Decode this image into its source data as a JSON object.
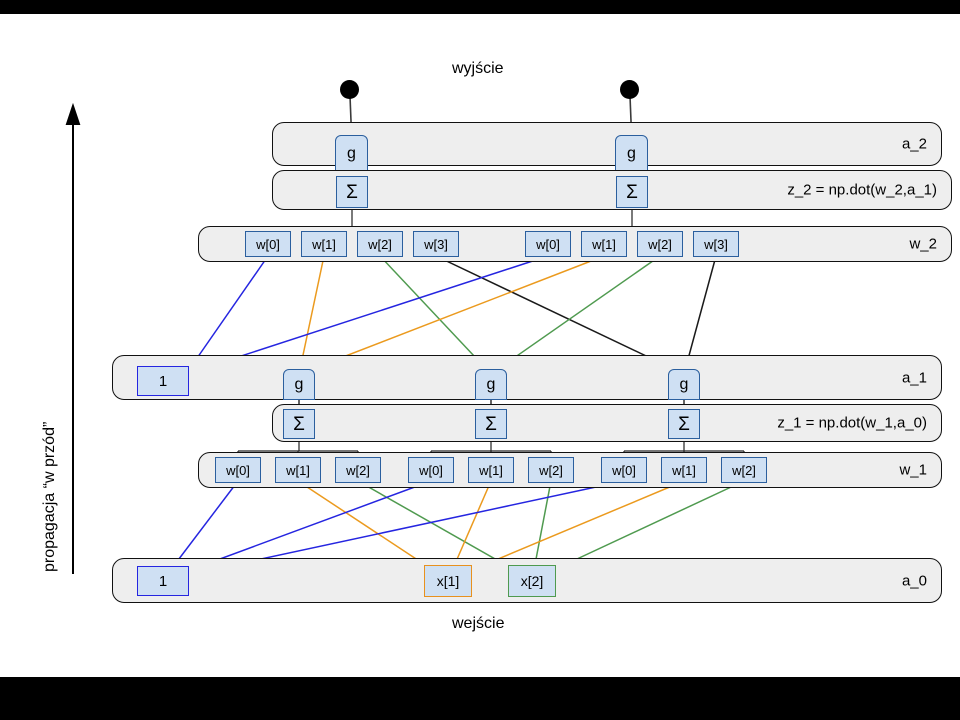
{
  "figure": {
    "title_top": "wyjście",
    "title_bottom": "wejście",
    "side_label": "propagacja “w przód”",
    "colors": {
      "blue": "#2525e0",
      "orange": "#eb9a1e",
      "green": "#4f9a4f",
      "black": "#1a1a1a",
      "band_fill": "#eeeeee",
      "node_fill": "#cfe0f3",
      "node_stroke": "#2b5f9e"
    }
  },
  "layers": [
    {
      "id": "a_2",
      "label": "a_2",
      "kind": "activation",
      "nodes": [
        {
          "text": "g",
          "type": "activation-node"
        },
        {
          "text": "g",
          "type": "activation-node"
        }
      ]
    },
    {
      "id": "z_2",
      "label": "z_2 = np.dot(w_2,a_1)",
      "kind": "sum",
      "nodes": [
        {
          "text": "Σ",
          "type": "sum-node"
        },
        {
          "text": "Σ",
          "type": "sum-node"
        }
      ]
    },
    {
      "id": "w_2",
      "label": "w_2",
      "kind": "weights",
      "groups": [
        [
          "w[0]",
          "w[1]",
          "w[2]",
          "w[3]"
        ],
        [
          "w[0]",
          "w[1]",
          "w[2]",
          "w[3]"
        ]
      ]
    },
    {
      "id": "a_1",
      "label": "a_1",
      "kind": "activation",
      "nodes": [
        {
          "text": "1",
          "type": "bias-node"
        },
        {
          "text": "g",
          "type": "activation-node"
        },
        {
          "text": "g",
          "type": "activation-node"
        },
        {
          "text": "g",
          "type": "activation-node"
        }
      ]
    },
    {
      "id": "z_1",
      "label": "z_1 = np.dot(w_1,a_0)",
      "kind": "sum",
      "nodes": [
        {
          "text": "Σ",
          "type": "sum-node"
        },
        {
          "text": "Σ",
          "type": "sum-node"
        },
        {
          "text": "Σ",
          "type": "sum-node"
        }
      ]
    },
    {
      "id": "w_1",
      "label": "w_1",
      "kind": "weights",
      "groups": [
        [
          "w[0]",
          "w[1]",
          "w[2]"
        ],
        [
          "w[0]",
          "w[1]",
          "w[2]"
        ],
        [
          "w[0]",
          "w[1]",
          "w[2]"
        ]
      ]
    },
    {
      "id": "a_0",
      "label": "a_0",
      "kind": "input",
      "nodes": [
        {
          "text": "1",
          "type": "bias-node"
        },
        {
          "text": "x[1]",
          "type": "input-node-orange"
        },
        {
          "text": "x[2]",
          "type": "input-node-green"
        }
      ]
    }
  ],
  "outputs": [
    {
      "name": "output-node-1"
    },
    {
      "name": "output-node-2"
    }
  ]
}
